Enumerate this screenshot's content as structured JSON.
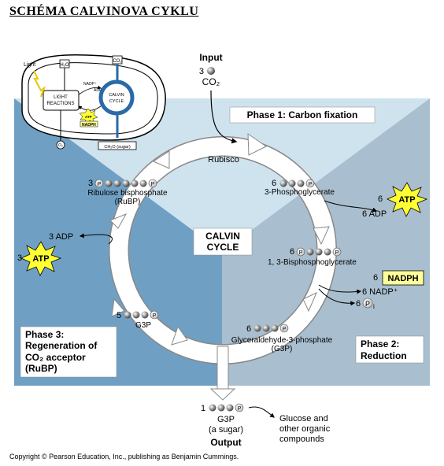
{
  "title": "SCHÉMA CALVINOVA CYKLU",
  "copyright": "Copyright © Pearson Education, Inc., publishing as Benjamin Cummings.",
  "inset": {
    "light": "Light",
    "h2o": "H₂O",
    "co2": "CO₂",
    "light_reactions_1": "LIGHT",
    "light_reactions_2": "REACTIONS",
    "calvin_1": "CALVIN",
    "calvin_2": "CYCLE",
    "nadp": "NADP⁺",
    "adp": "ADP",
    "atp": "ATP",
    "nadph": "NADPH",
    "o2": "O₂",
    "sugar": "CH₂O (sugar)"
  },
  "input": {
    "label": "Input",
    "count": "3",
    "molecule": "CO₂"
  },
  "phase1": "Phase 1: Carbon fixation",
  "rubisco": "Rubisco",
  "pga": {
    "count": "6",
    "name": "3-Phosphoglycerate"
  },
  "atp_in": {
    "count": "6",
    "label": "ATP"
  },
  "adp_out": "6 ADP",
  "bpg": {
    "count": "6",
    "name": "1, 3-Bisphosphoglycerate"
  },
  "nadph_in": {
    "count": "6",
    "label": "NADPH"
  },
  "nadp_out": "6 NADP⁺",
  "pi_out": {
    "count": "6",
    "symbol": "P",
    "sub": "i"
  },
  "g3p6": {
    "count": "6",
    "name1": "Glyceraldehyde-3-phosphate",
    "name2": "(G3P)"
  },
  "phase2": {
    "line1": "Phase 2:",
    "line2": "Reduction"
  },
  "center": {
    "line1": "CALVIN",
    "line2": "CYCLE"
  },
  "rubp": {
    "count": "3",
    "name1": "Ribulose bisphosphate",
    "name2": "(RuBP)"
  },
  "adp3": "3 ADP",
  "atp3": {
    "count": "3",
    "label": "ATP"
  },
  "g3p5": {
    "count": "5",
    "name": "G3P"
  },
  "phase3": {
    "line1": "Phase 3:",
    "line2": "Regeneration of",
    "line3": "CO₂ acceptor",
    "line4": "(RuBP)"
  },
  "output": {
    "count": "1",
    "name1": "G3P",
    "name2": "(a sugar)",
    "label": "Output"
  },
  "products": {
    "line1": "Glucose and",
    "line2": "other organic",
    "line3": "compounds"
  },
  "phosphate_symbol": "P",
  "colors": {
    "phase1_bg": "#cfe3ee",
    "phase2_bg": "#a9bfcf",
    "phase3_bg": "#6fa0c4",
    "atp_star": "#ffff33",
    "nadph_box": "#ffff99"
  }
}
